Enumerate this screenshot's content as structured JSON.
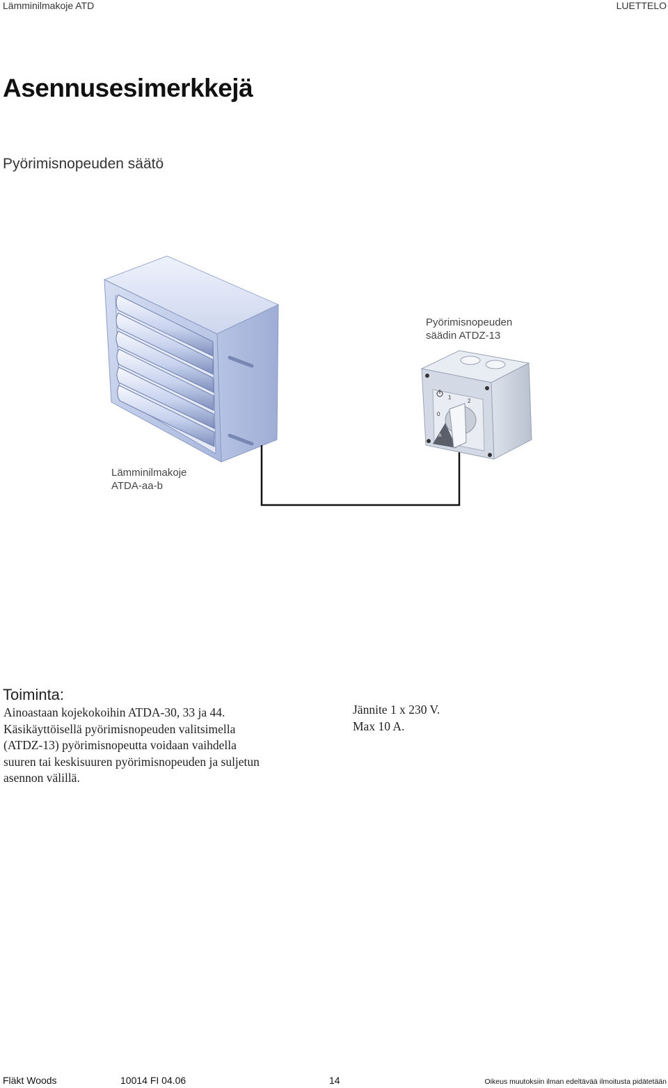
{
  "header": {
    "left": "Lämminilmakoje ATD",
    "right": "LUETTELO"
  },
  "title": "Asennusesimerkkejä",
  "subtitle": "Pyörimisnopeuden säätö",
  "figure": {
    "controller_label": [
      "Pyörimisnopeuden",
      "säädin ATDZ-13"
    ],
    "heater_label": [
      "Lämminilmakoje",
      "ATDA-aa-b"
    ],
    "dial_marks": [
      "0",
      "1",
      "2",
      "A"
    ],
    "colors": {
      "device": "#b8c6e6",
      "device_dark": "#8c9cc6",
      "switch_body": "#c5cbd6",
      "wire": "#111111"
    }
  },
  "section": {
    "title": "Toiminta:",
    "left_lines": [
      "Ainoastaan kojekokoihin ATDA-30, 33 ja 44.",
      "Käsikäyttöisellä pyörimisnopeuden valitsimella",
      "(ATDZ-13) pyörimisnopeutta voidaan vaihdella",
      "suuren tai keskisuuren pyörimisnopeuden ja suljetun",
      "asennon välillä."
    ],
    "right_lines": [
      "Jännite 1 x 230 V.",
      "Max 10 A."
    ]
  },
  "footer": {
    "company": "Fläkt Woods",
    "doc": "10014 FI 04.06",
    "page": "14",
    "note": "Oikeus muutoksiin ilman edeltävää ilmoitusta pidätetään"
  }
}
